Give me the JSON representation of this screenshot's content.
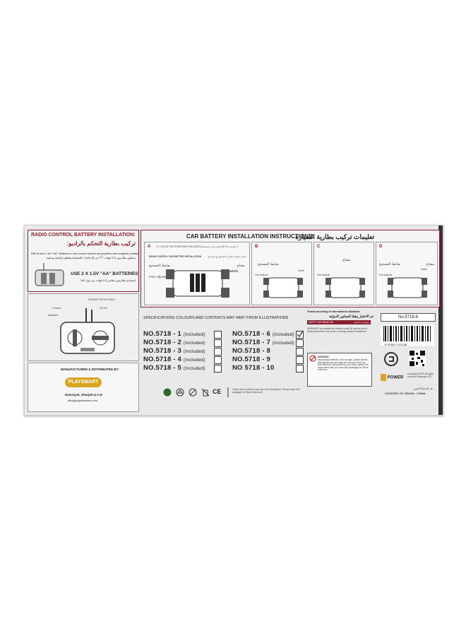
{
  "left_panel": {
    "title": "RADIO CONTROL BATTERY INSTALLATION:",
    "title_ar": "تركيب بطارية التحكم بالراديو:",
    "note": "Will be two 1.5V \"AA\" batteries in the correct bubble and positive and negative polarity",
    "note_ar": "ستكون بطاريتين 1.5 فولت \"أ أ\" في الزجاجات الصحيحة وقطبية إيجابية وسلبية",
    "batteries_label": "USE 2 X 1.5V \"AA\" BATTERIES",
    "batteries_label_ar": "استخدم بطاريتين مقاس 1.5 فولت من نوع \"AA\"",
    "transmitter_antenna": "TRANSMITTER ANTENNA",
    "turn_left": "Turn left",
    "forward": "Forward",
    "backward": "Backward"
  },
  "car_panel": {
    "title": "CAR BATTERY INSTALLATION INSTRUCTIONS:",
    "title_ar": "تعليمات تركيب بطارية السيارة",
    "batteries_note": "3 X 1.5V\"AA\" BATTERIES (NOT INCLUDED)",
    "batteries_note_ar": "3 بطاريات AA 1.5 فولت (غير مشمولة)",
    "rc_install": "RADIO CONTROL CAR BATTERY INSTALLATION",
    "rc_install_ar": "تركيب بطارية السيارة المتحكم بها بالراديو",
    "step_a": "A",
    "step_b": "B",
    "step_c": "C",
    "step_d": "D",
    "switch": "Switch",
    "switch_ar": "مفتاح",
    "fine_adjuster": "Fine Adjuster",
    "fine_adjuster_ar": "ضابط التصحيح"
  },
  "specs": {
    "heading": "SPECIFICATIONS COLOURS AND CONTENTS MAY VARY FROM ILLUSTRATIONS",
    "models_left": [
      {
        "no": "NO.5718 - 1",
        "inc": "(Included)",
        "checked": false
      },
      {
        "no": "NO.5718 - 2",
        "inc": "(Included)",
        "checked": false
      },
      {
        "no": "NO.5718 - 3",
        "inc": "(Included)",
        "checked": false
      },
      {
        "no": "NO.5718 - 4",
        "inc": "(Included)",
        "checked": false
      },
      {
        "no": "NO.5718 - 5",
        "inc": "(Included)",
        "checked": false
      }
    ],
    "models_right": [
      {
        "no": "NO.5718 - 6",
        "inc": "(Included)",
        "checked": true
      },
      {
        "no": "NO.5718 - 7",
        "inc": "(Included)",
        "checked": false
      },
      {
        "no": "NO.5718 - 8",
        "inc": "",
        "checked": false
      },
      {
        "no": "NO.5718 - 9",
        "inc": "",
        "checked": false
      },
      {
        "no": "NO 5718 - 10",
        "inc": "",
        "checked": false
      }
    ],
    "disclaimer": "Colors and contents may vary from illustration. Please keep this package for future reference."
  },
  "distributor": {
    "label": "MANUFACTURED & DISTRIBUTED BY:",
    "brand": "PLAYSMART",
    "address": "Hamriyah, Sharjah-U.A.E",
    "email": "info@playsmartme.com"
  },
  "standards": {
    "tested": "Tested according to international standards",
    "tested_ar": "تم الاختبار وفقا للمعايير الدولية",
    "safety": "SAFETY INFORMATION",
    "safety_ar": "معلومات السلامة",
    "warning_text": "WARNING! Not suitable for children under 36 months due to small parts which may cause a choking hazard if swallowed.",
    "warning_title": "WARNING:",
    "warning_body": "All packing materials, such as tape, plastic sheets, packaging locks and tags are not part of this toy, and should be discarded for your child's safety. We recommend that you keep this packaging for future reference."
  },
  "product": {
    "code": "No.5718-6",
    "barcode": "6 975307 472138",
    "brand": "POWER",
    "copyright": "Copyright 2022© All rights reserved Playsmart FZC",
    "origin": "COUNTRY OF ORIGIN : CHINA",
    "origin_ar": "بلد المنشأ:الصين"
  },
  "colors": {
    "background": "#ffffff",
    "box": "#e9e9e9",
    "maroon": "#8a1f2d",
    "brand_gold": "#d9a520"
  }
}
